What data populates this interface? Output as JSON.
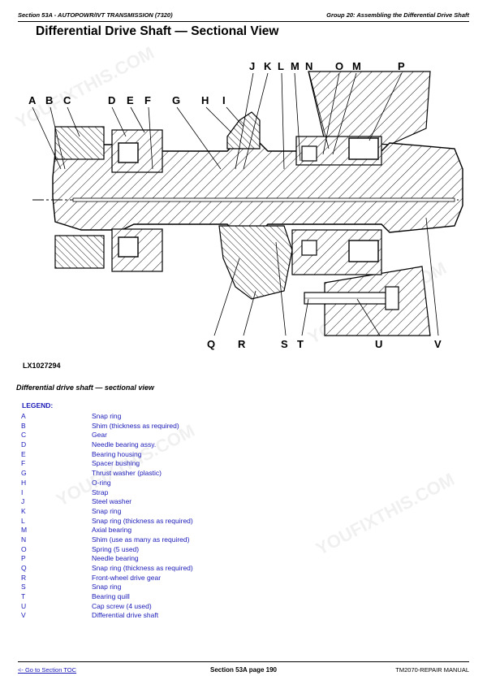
{
  "header": {
    "left": "Section 53A - AUTOPOWR/IVT TRANSMISSION (7320)",
    "right": "Group 20: Assembling the Differential Drive Shaft"
  },
  "title": "Differential Drive Shaft — Sectional View",
  "figure": {
    "id": "LX1027294",
    "callouts_top": [
      "A",
      "B",
      "C",
      "D",
      "E",
      "F",
      "G",
      "H",
      "I",
      "J",
      "K",
      "L",
      "M",
      "N",
      "O",
      "M",
      "P"
    ],
    "callouts_bottom": [
      "Q",
      "R",
      "S",
      "T",
      "U",
      "V"
    ]
  },
  "caption": "Differential drive shaft — sectional view",
  "legend": {
    "heading": "LEGEND:",
    "items": [
      {
        "key": "A",
        "label": "Snap ring"
      },
      {
        "key": "B",
        "label": "Shim (thickness as required)"
      },
      {
        "key": "C",
        "label": "Gear"
      },
      {
        "key": "D",
        "label": "Needle bearing assy."
      },
      {
        "key": "E",
        "label": "Bearing housing"
      },
      {
        "key": "F",
        "label": "Spacer bushing"
      },
      {
        "key": "G",
        "label": "Thrust washer (plastic)"
      },
      {
        "key": "H",
        "label": "O-ring"
      },
      {
        "key": "I",
        "label": "Strap"
      },
      {
        "key": "J",
        "label": "Steel washer"
      },
      {
        "key": "K",
        "label": "Snap ring"
      },
      {
        "key": "L",
        "label": "Snap ring (thickness as required)"
      },
      {
        "key": "M",
        "label": "Axial bearing"
      },
      {
        "key": "N",
        "label": "Shim (use as many as required)"
      },
      {
        "key": "O",
        "label": "Spring (5 used)"
      },
      {
        "key": "P",
        "label": "Needle bearing"
      },
      {
        "key": "Q",
        "label": "Snap ring (thickness as required)"
      },
      {
        "key": "R",
        "label": "Front-wheel drive gear"
      },
      {
        "key": "S",
        "label": "Snap ring"
      },
      {
        "key": "T",
        "label": "Bearing quill"
      },
      {
        "key": "U",
        "label": "Cap screw (4 used)"
      },
      {
        "key": "V",
        "label": "Differential drive shaft"
      }
    ]
  },
  "watermark": "YOUFIXTHIS.COM",
  "footer": {
    "left": "<- Go to Section TOC",
    "center": "Section 53A page 190",
    "right": "TM2070-REPAIR MANUAL"
  }
}
